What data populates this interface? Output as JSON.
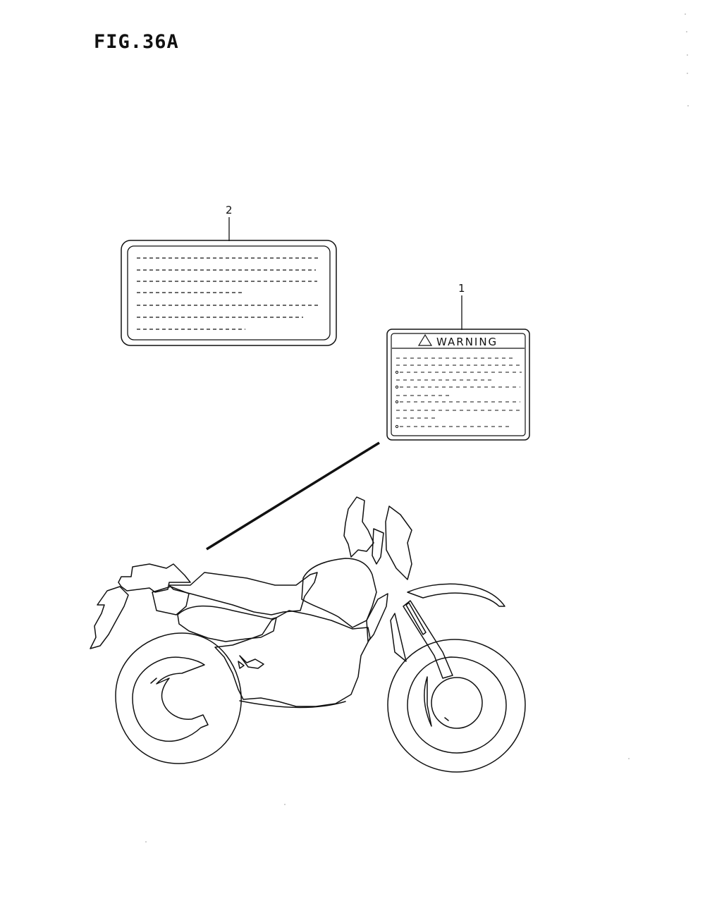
{
  "figure": {
    "title": "FIG.36A"
  },
  "parts": [
    {
      "number": "2",
      "description": ""
    },
    {
      "number": "1",
      "description": ""
    }
  ],
  "warning_label": {
    "heading": "WARNING",
    "icon": "warning-triangle-icon"
  },
  "colors": {
    "ink": "#111111",
    "paper": "#ffffff"
  }
}
